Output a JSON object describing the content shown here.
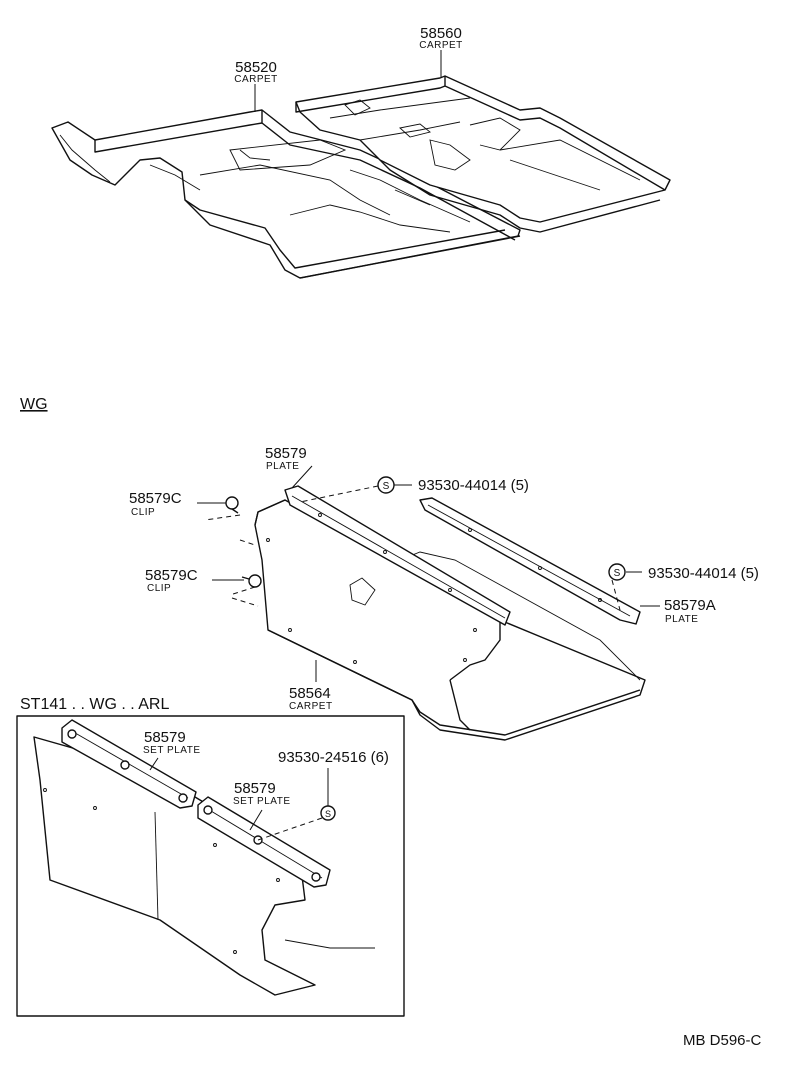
{
  "diagram_code": "MB D596-C",
  "sections": {
    "wg_label": "WG",
    "inset_label": "ST141 . . WG . . ARL"
  },
  "callouts": {
    "front_carpet": {
      "part_no": "58520",
      "name": "CARPET"
    },
    "rear_carpet": {
      "part_no": "58560",
      "name": "CARPET"
    },
    "plate": {
      "part_no": "58579",
      "name": "PLATE"
    },
    "screw_upper": {
      "symbol": "S",
      "part_no": "93530-44014 (5)"
    },
    "clip_upper": {
      "part_no": "58579C",
      "name": "CLIP"
    },
    "clip_lower": {
      "part_no": "58579C",
      "name": "CLIP"
    },
    "screw_right": {
      "symbol": "S",
      "part_no": "93530-44014 (5)"
    },
    "plate_a": {
      "part_no": "58579A",
      "name": "PLATE"
    },
    "lug_carpet": {
      "part_no": "58564",
      "name": "CARPET"
    },
    "set_plate_1": {
      "part_no": "58579",
      "name": "SET PLATE"
    },
    "screw_inset": {
      "part_no": "93530-24516 (6)",
      "symbol": "S"
    },
    "set_plate_2": {
      "part_no": "58579",
      "name": "SET PLATE"
    }
  }
}
